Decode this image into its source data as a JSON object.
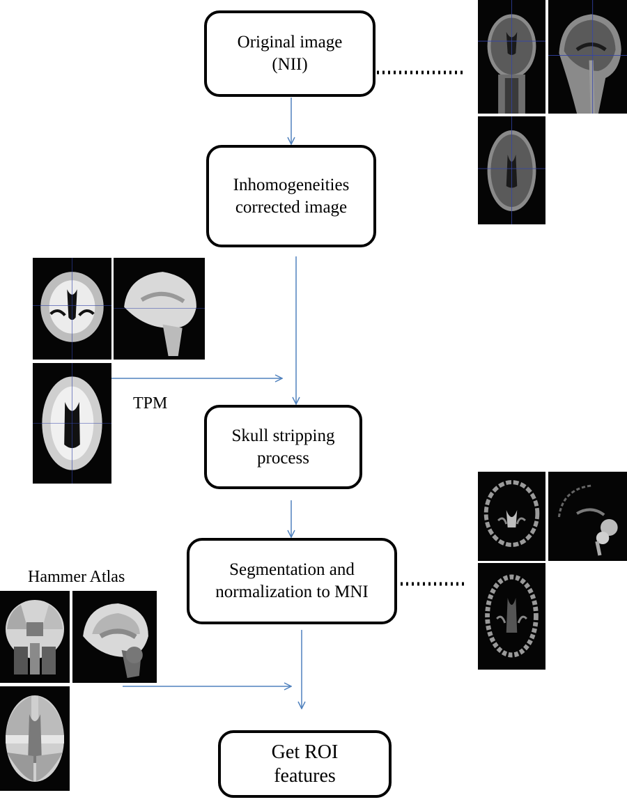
{
  "steps": {
    "original": "Original image\n(NII)",
    "inhomogeneity": "Inhomogeneities\ncorrected image",
    "skull": "Skull stripping\nprocess",
    "segmentation": "Segmentation and\nnormalization to MNI",
    "roi": "Get ROI\nfeatures"
  },
  "labels": {
    "tpm": "TPM",
    "hammer": "Hammer Atlas"
  },
  "thumbnails": {
    "original_mri": [
      "coronal-slice",
      "sagittal-slice",
      "axial-slice"
    ],
    "tpm": [
      "coronal-slice",
      "sagittal-slice",
      "axial-slice"
    ],
    "segmented": [
      "coronal-slice",
      "sagittal-slice",
      "axial-slice"
    ],
    "hammer_atlas": [
      "coronal-slice",
      "sagittal-slice",
      "axial-slice"
    ]
  },
  "colors": {
    "arrow": "#4f81bd",
    "box_border": "#000000",
    "image_bg": "#050505"
  }
}
